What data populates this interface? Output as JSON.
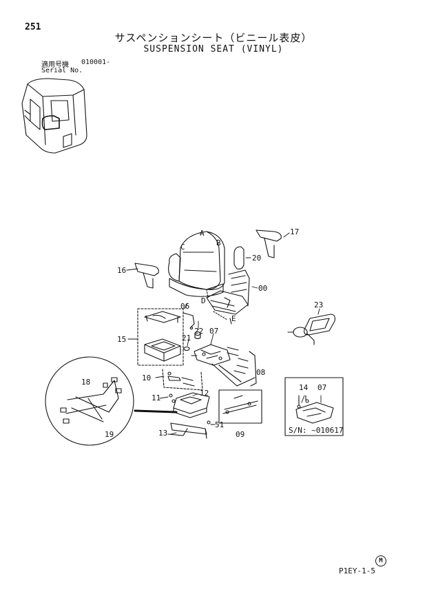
{
  "header": {
    "page_number": "251",
    "title_jp": "サスペンションシート（ビニール表皮）",
    "title_en": "SUSPENSION SEAT (VINYL)",
    "serial_label_jp": "適用号機",
    "serial_range": "010001-",
    "serial_label_en": "Serial No."
  },
  "callouts": {
    "c17": "17",
    "cA": "A",
    "cB": "B",
    "cC": "C",
    "c20": "20",
    "c16": "16",
    "c00": "00",
    "cD": "D",
    "c06": "06",
    "cE": "E",
    "c23": "23",
    "c22": "22",
    "c07": "07",
    "c21": "21",
    "c15": "15",
    "c08": "08",
    "c18": "18",
    "c10": "10",
    "c12": "12",
    "c11": "11",
    "c51": "51",
    "c09": "09",
    "c13": "13",
    "c19": "19",
    "c14": "14",
    "c07b": "07"
  },
  "inset": {
    "sn_note": "S/N: ~010617"
  },
  "footer": {
    "code": "P1EY-1-5",
    "mark": "M"
  }
}
